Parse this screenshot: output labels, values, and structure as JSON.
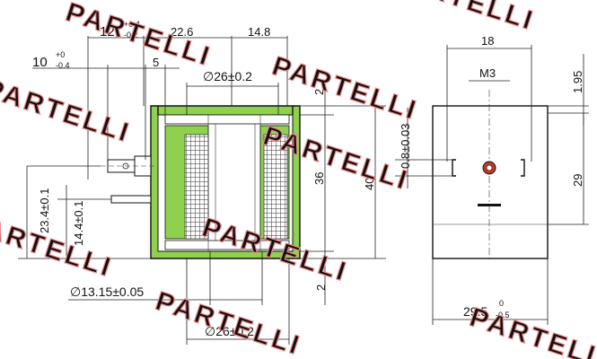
{
  "watermark": {
    "text": "PARTELLI",
    "color": "#f08a8a"
  },
  "colors": {
    "coil_body": "#8fd14f",
    "line": "#111111",
    "connector_pin": "#c0392b"
  },
  "side_view": {
    "dims": {
      "d12": "12",
      "d12_tol_top": "+0.4",
      "d12_tol_bot": "-0.2",
      "d22_6": "22.6",
      "d14_8": "14.8",
      "d10": "10",
      "d10_tol_top": "+0",
      "d10_tol_bot": "-0.4",
      "d5": "5",
      "d26_top": "∅26±0.2",
      "d2_top": "2",
      "d36": "36",
      "d40": "40",
      "d2_bot": "2",
      "d23_4": "23.4±0.1",
      "d14_4": "14.4±0.1",
      "d13_15": "∅13.15±0.05",
      "d26_bot": "∅26±0.2"
    }
  },
  "front_view": {
    "dims": {
      "d18": "18",
      "m3": "M3",
      "d1_95": "1.95",
      "d0_8": "0.8±0.03",
      "d29": "29",
      "d29_5": "29.5",
      "d29_5_tol_top": "0",
      "d29_5_tol_bot": "-0.5"
    }
  }
}
